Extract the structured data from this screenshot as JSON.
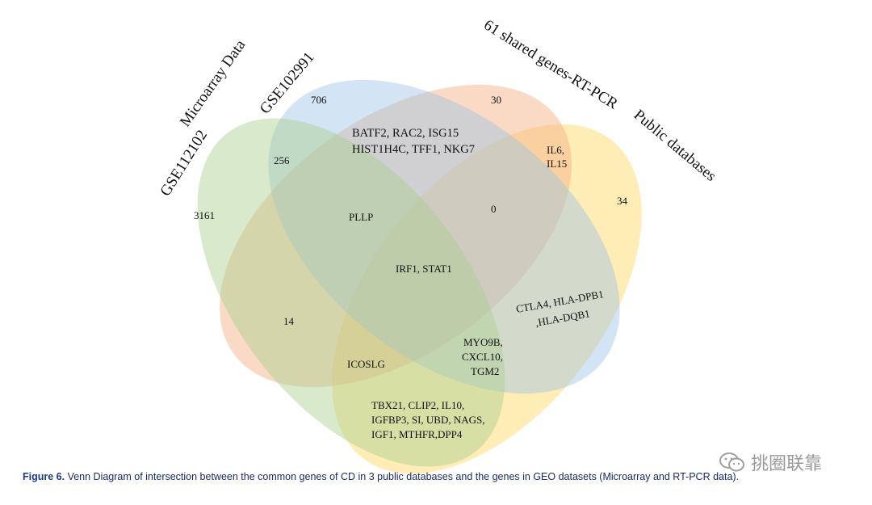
{
  "sets": {
    "gse112102": "GSE112102",
    "gse102991": "GSE102991",
    "rtpcr": "61 shared genes-RT-PCR",
    "public": "Public databases",
    "group_microarray": "Microarray Data"
  },
  "regions": {
    "gse112102_only": "3161",
    "gse102991_only": "706",
    "rtpcr_only": "30",
    "public_only": "34",
    "gse112102_gse102991": "256",
    "gse102991_rtpcr_l1": "BATF2, RAC2, ISG15",
    "gse102991_rtpcr_l2": "HIST1H4C, TFF1, NKG7",
    "rtpcr_public_l1": "IL6,",
    "rtpcr_public_l2": "IL15",
    "pllp": "PLLP",
    "zero": "0",
    "all_four": "IRF1, STAT1",
    "gse112102_public": "14",
    "icoslg": "ICOSLG",
    "gse102991_public_l1": "CTLA4, HLA-DPB1",
    "gse102991_public_l2": ",HLA-DQB1",
    "triple_l1": "MYO9B,",
    "triple_l2": "CXCL10,",
    "triple_l3": "TGM2",
    "bottom_l1": "TBX21, CLIP2, IL10,",
    "bottom_l2": "IGFBP3, SI, UBD, NAGS,",
    "bottom_l3": "IGF1, MTHFR,DPP4"
  },
  "colors": {
    "green": "#a9cf8e",
    "blue": "#9dc3e6",
    "orange": "#f4b183",
    "yellow": "#ffd966"
  },
  "caption": {
    "label": "Figure 6.",
    "text": "Venn Diagram of intersection between the common genes of CD in 3 public databases and the genes in GEO datasets (Microarray and RT-PCR data)."
  },
  "watermark": "挑圈联靠",
  "watermark_icon": "wechat-icon"
}
